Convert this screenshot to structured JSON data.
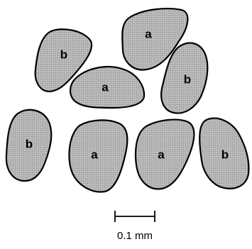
{
  "colors": {
    "grain_fill": "#b6b6b6",
    "outline": "#000000",
    "background": "#ffffff"
  },
  "grains": [
    {
      "label": "b"
    },
    {
      "label": "a"
    },
    {
      "label": "a"
    },
    {
      "label": "b"
    },
    {
      "label": "b"
    },
    {
      "label": "a"
    },
    {
      "label": "a"
    },
    {
      "label": "b"
    }
  ],
  "scale_bar": {
    "label": "0.1 mm"
  }
}
